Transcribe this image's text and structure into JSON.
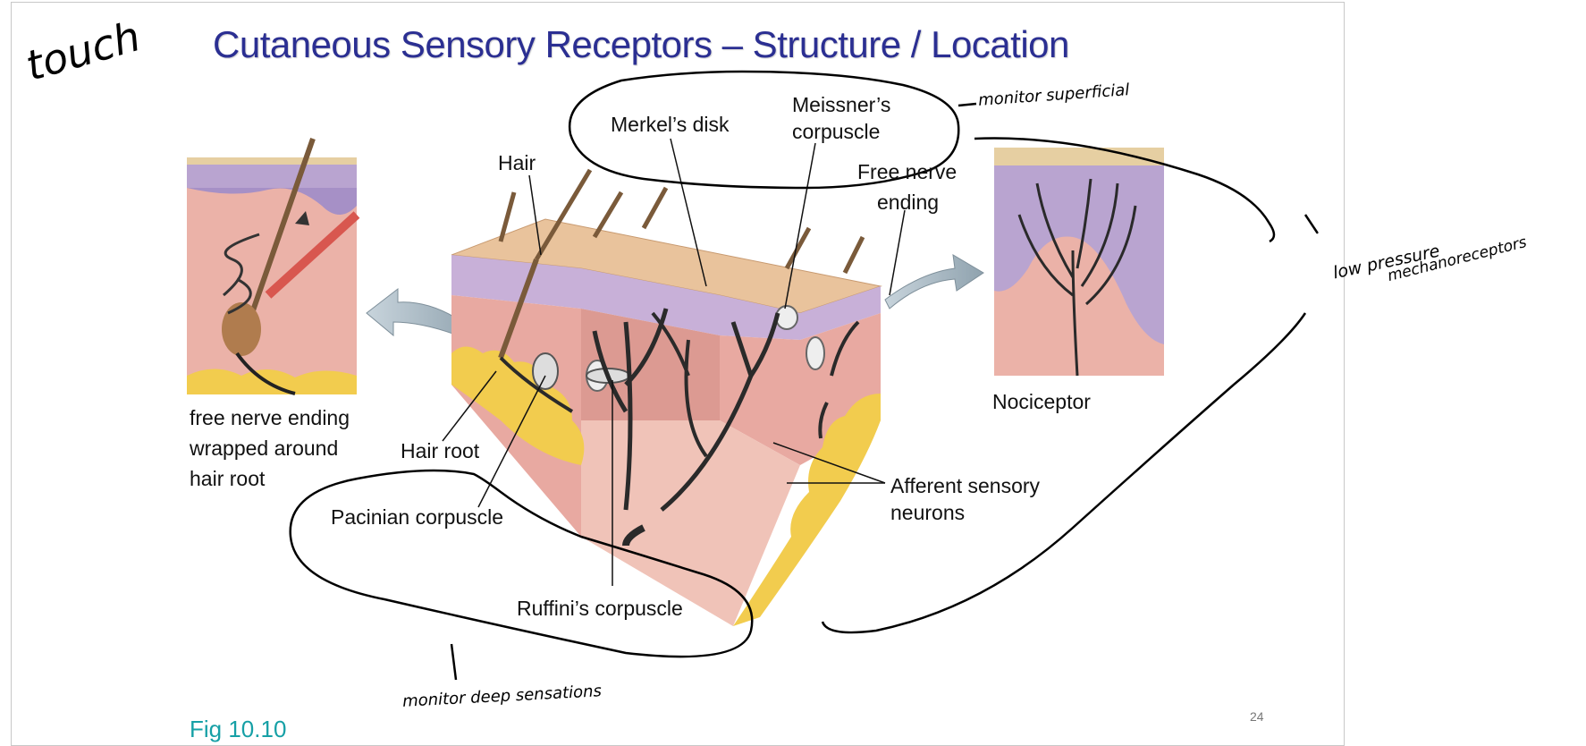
{
  "title": "Cutaneous Sensory Receptors – Structure / Location",
  "labels": {
    "merkel": "Merkel’s disk",
    "meissner_l1": "Meissner’s",
    "meissner_l2": "corpuscle",
    "hair": "Hair",
    "free_nerve_l1": "Free nerve",
    "free_nerve_l2": "ending",
    "wrapped_l1": "free nerve ending",
    "wrapped_l2": "wrapped around",
    "wrapped_l3": "hair root",
    "hair_root": "Hair root",
    "pacinian": "Pacinian corpuscle",
    "ruffini": "Ruffini’s corpuscle",
    "afferent_l1": "Afferent sensory",
    "afferent_l2": "neurons",
    "nociceptor": "Nociceptor"
  },
  "handwriting": {
    "touch": "touch",
    "superficial": "monitor superficial",
    "low_pressure_l1": "low pressure",
    "low_pressure_l2": "mechanoreceptors",
    "deep": "monitor deep sensations"
  },
  "page_number": "24",
  "figure_caption": "Fig 10.10",
  "colors": {
    "title": "#2b2f92",
    "skin_surface": "#e9c39c",
    "dermis": "#e8a9a1",
    "epidermis": "#b9a4d0",
    "fat": "#f2cc4e",
    "nerve": "#2a2a2a",
    "caption": "#16a0a6"
  }
}
